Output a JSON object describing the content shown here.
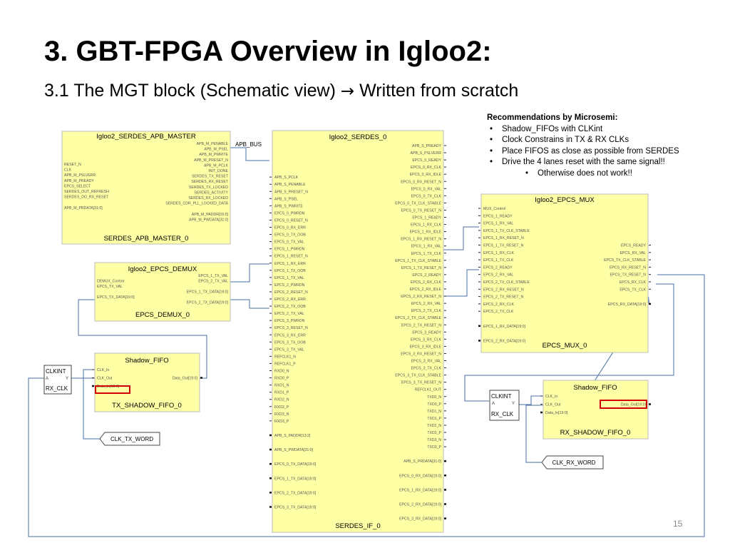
{
  "slide": {
    "title": "3. GBT-FPGA Overview in Igloo2:",
    "subtitle_prefix": "3.1 The MGT block (Schematic view) ",
    "subtitle_arrow": "→",
    "subtitle_suffix": " Written from scratch",
    "page_number": "15"
  },
  "notes": {
    "header": "Recommendations by Microsemi:",
    "bullets": [
      "Shadow_FIFOs with CLKint",
      "Clock Constrains in TX & RX CLKs",
      "Place FIFOS as close as possible from SERDES",
      "Drive the 4 lanes reset with the same signal!!"
    ],
    "sub_bullet": "Otherwise does not work!!"
  },
  "blocks": {
    "apb_master": {
      "title": "Igloo2_SERDES_APB_MASTER",
      "instance": "SERDES_APB_MASTER_0",
      "left_pins": [
        "RESET_N",
        "CLK",
        "APB_M_PSLVERR",
        "APB_M_PREADY",
        "EPCS_SELECT",
        "SERDES_OUT_REFRESH",
        "SERDES_DO_RX_RESET",
        "",
        "APB_M_PRDATA[31:0]"
      ],
      "right_pins": [
        "APB_M_PENABLE",
        "APB_M_PSEL",
        "APB_M_PWRITE",
        "APB_M_PRESET_N",
        "APB_M_PCLK",
        "INIT_DONE",
        "SERDES_TX_RESET",
        "SERDES_RX_RESET",
        "SERDES_TX_LOCKED",
        "SERDES_ACTIVITY",
        "SERDES_RX_LOCKED",
        "SERDES_CDR_PLL_LOCKED_DATA",
        "",
        "APB_M_PADDR[15:0]",
        "APB_M_PWDATA[31:0]"
      ]
    },
    "serdes": {
      "title": "Igloo2_SERDES_0",
      "instance": "SERDES_IF_0",
      "bus_label": "APB_BUS",
      "left_pins": [
        "",
        "",
        "",
        "APB_S_PCLK",
        "APB_S_PENABLE",
        "APB_S_PRESET_N",
        "APB_S_PSEL",
        "APB_S_PWRITE",
        "EPCS_0_PWRDN",
        "EPCS_0_RESET_N",
        "EPCS_0_RX_ERR",
        "EPCS_0_TX_OOB",
        "EPCS_0_TX_VAL",
        "EPCS_1_PWRDN",
        "EPCS_1_RESET_N",
        "EPCS_1_RX_ERR",
        "EPCS_1_TX_OOB",
        "EPCS_1_TX_VAL",
        "EPCS_2_PWRDN",
        "EPCS_2_RESET_N",
        "EPCS_2_RX_ERR",
        "EPCS_2_TX_OOB",
        "EPCS_2_TX_VAL",
        "EPCS_3_PWRDN",
        "EPCS_3_RESET_N",
        "EPCS_3_RX_ERR",
        "EPCS_3_TX_OOB",
        "EPCS_3_TX_VAL",
        "REFCLK1_N",
        "REFCLK1_P",
        "RXD0_N",
        "RXD0_P",
        "RXD1_N",
        "RXD1_P",
        "RXD2_N",
        "RXD2_P",
        "RXD3_N",
        "RXD3_P",
        "",
        "APB_S_PADDR[13:2]",
        "",
        "APB_S_PWDATA[31:0]",
        "",
        "EPCS_0_TX_DATA[19:0]",
        "",
        "EPCS_1_TX_DATA[19:0]",
        "",
        "EPCS_2_TX_DATA[19:0]",
        "",
        "EPCS_3_TX_DATA[19:0]"
      ],
      "right_pins": [
        "APB_S_PREADY",
        "APB_S_PSLVERR",
        "EPCS_0_READY",
        "EPCS_0_RX_CLK",
        "EPCS_0_RX_IDLE",
        "EPCS_0_RX_RESET_N",
        "EPCS_0_RX_VAL",
        "EPCS_0_TX_CLK",
        "EPCS_0_TX_CLK_STABLE",
        "EPCS_0_TX_RESET_N",
        "EPCS_1_READY",
        "EPCS_1_RX_CLK",
        "EPCS_1_RX_IDLE",
        "EPCS_1_RX_RESET_N",
        "EPCS_1_RX_VAL",
        "EPCS_1_TX_CLK",
        "EPCS_1_TX_CLK_STABLE",
        "EPCS_1_TX_RESET_N",
        "EPCS_2_READY",
        "EPCS_2_RX_CLK",
        "EPCS_2_RX_IDLE",
        "EPCS_2_RX_RESET_N",
        "EPCS_2_RX_VAL",
        "EPCS_2_TX_CLK",
        "EPCS_2_TX_CLK_STABLE",
        "EPCS_2_TX_RESET_N",
        "EPCS_3_READY",
        "EPCS_3_RX_CLK",
        "EPCS_3_RX_IDLE",
        "EPCS_3_RX_RESET_N",
        "EPCS_3_RX_VAL",
        "EPCS_3_TX_CLK",
        "EPCS_3_TX_CLK_STABLE",
        "EPCS_3_TX_RESET_N",
        "REFCLK1_OUT",
        "TXD0_N",
        "TXD0_P",
        "TXD1_N",
        "TXD1_P",
        "TXD2_N",
        "TXD2_P",
        "TXD3_N",
        "TXD3_P",
        "",
        "APB_S_PRDATA[31:0]",
        "",
        "EPCS_0_RX_DATA[19:0]",
        "",
        "EPCS_1_RX_DATA[19:0]",
        "",
        "EPCS_2_RX_DATA[19:0]",
        "",
        "EPCS_3_RX_DATA[19:0]"
      ]
    },
    "demux": {
      "title": "Igloo2_EPCS_DEMUX",
      "instance": "EPCS_DEMUX_0",
      "left_pins": [
        "",
        "DEMUX_Control",
        "EPCS_TX_VAL",
        "",
        "EPCS_TX_DATA[19:0]"
      ],
      "right_pins": [
        "EPCS_1_TX_VAL",
        "EPCS_2_TX_VAL",
        "",
        "EPCS_1_TX_DATA[19:0]",
        "",
        "EPCS_2_TX_DATA[19:0]"
      ]
    },
    "mux": {
      "title": "Igloo2_EPCS_MUX",
      "instance": "EPCS_MUX_0",
      "left_pins": [
        "MUX_Control",
        "EPCS_1_READY",
        "EPCS_1_RX_VAL",
        "EPCS_1_TX_CLK_STABLE",
        "EPCS_1_RX_RESET_N",
        "EPCS_1_TX_RESET_N",
        "EPCS_1_RX_CLK",
        "EPCS_1_TX_CLK",
        "EPCS_2_READY",
        "EPCS_2_RX_VAL",
        "EPCS_2_TX_CLK_STABLE",
        "EPCS_2_RX_RESET_N",
        "EPCS_2_TX_RESET_N",
        "EPCS_2_RX_CLK",
        "EPCS_2_TX_CLK",
        "",
        "EPCS_1_RX_DATA[19:0]",
        "",
        "EPCS_2_RX_DATA[19:0]"
      ],
      "right_pins": [
        "",
        "",
        "",
        "",
        "",
        "EPCS_READY",
        "EPCS_RX_VAL",
        "EPCS_TX_CLK_STABLE",
        "EPCS_RX_RESET_N",
        "EPCS_TX_RESET_N",
        "EPCS_RX_CLK",
        "EPCS_TX_CLK",
        "",
        "EPCS_RX_DATA[19:0]"
      ]
    },
    "tx_fifo": {
      "title": "Shadow_FIFO",
      "instance": "TX_SHADOW_FIFO_0",
      "left_pins": [
        "CLK_In",
        "CLK_Out",
        "Data_In[19:0]"
      ],
      "right_pins": [
        "",
        "Data_Out[19:0]"
      ]
    },
    "rx_fifo": {
      "title": "Shadow_FIFO",
      "instance": "RX_SHADOW_FIFO_0",
      "left_pins": [
        "CLK_In",
        "CLK_Out",
        "Data_In[19:0]"
      ],
      "right_pins": [
        "",
        "Data_Out[19:0]"
      ]
    },
    "clkint_tx": {
      "name": "CLKINT",
      "pin_a": "A",
      "pin_y": "Y",
      "net": "RX_CLK"
    },
    "clkint_rx": {
      "name": "CLKINT",
      "pin_a": "A",
      "pin_y": "Y",
      "net": "RX_CLK"
    },
    "port_tx": "CLK_TX_WORD",
    "port_rx": "CLK_RX_WORD"
  },
  "colors": {
    "block_fill": "#ffffa6",
    "wire": "#4a6fa5",
    "highlight": "#d00000"
  }
}
